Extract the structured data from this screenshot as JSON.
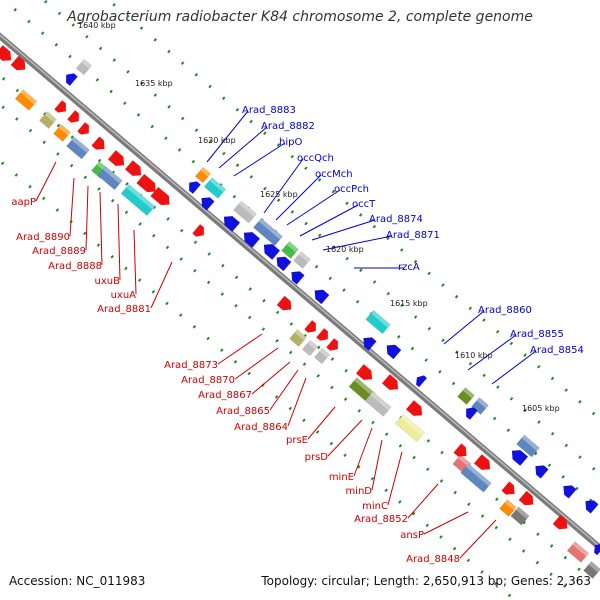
{
  "title": "Agrobacterium radiobacter K84 chromosome 2, complete genome",
  "accession_text": "Accession: NC_011983",
  "topology_text": "Topology: circular; Length: 2,650,913 bp; Genes: 2,363",
  "kbp_ticks": [
    "1640 kbp",
    "1635 kbp",
    "1630 kbp",
    "1625 kbp",
    "1620 kbp",
    "1615 kbp",
    "1610 kbp",
    "1605 kbp"
  ],
  "top_genes": [
    "Arad_8883",
    "Arad_8882",
    "hipO",
    "occQch",
    "occMch",
    "occPch",
    "occT",
    "Arad_8874",
    "Arad_8871",
    "rzcA",
    "Arad_8860",
    "Arad_8855",
    "Arad_8854"
  ],
  "bottom_genes": [
    "aapP",
    "Arad_8890",
    "Arad_8889",
    "Arad_8888",
    "uxuB",
    "uxuA",
    "Arad_8881",
    "Arad_8873",
    "Arad_8870",
    "Arad_8867",
    "Arad_8865",
    "Arad_8864",
    "prsE",
    "prsD",
    "minE",
    "minD",
    "minC",
    "Arad_8852",
    "ansP",
    "Arad_8848"
  ],
  "colors": {
    "forward": "#ee1111",
    "reverse": "#1111dd",
    "forward_label": "#cc0000",
    "reverse_label": "#0000cc",
    "backbone": "#777777",
    "tick": "#228822"
  }
}
